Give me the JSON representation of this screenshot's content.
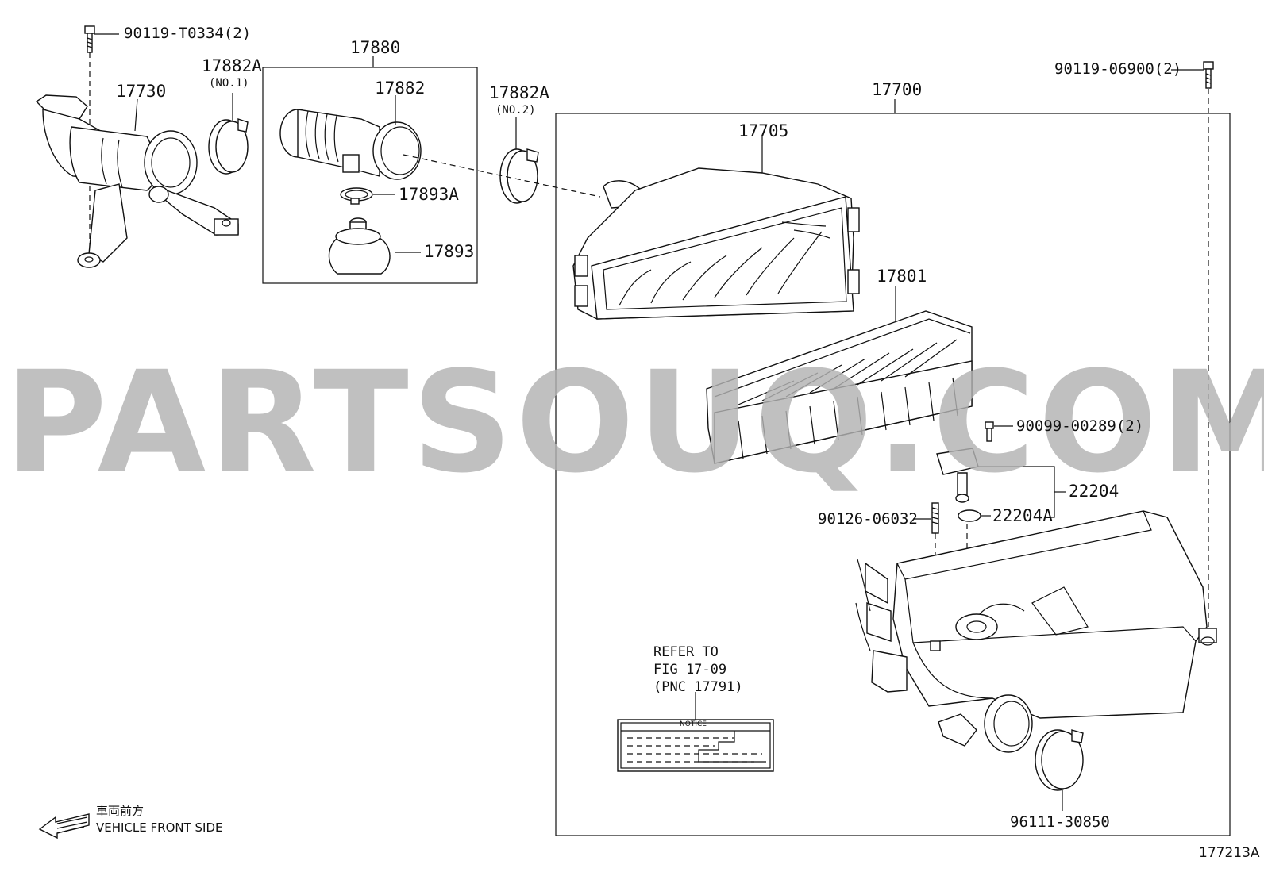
{
  "watermark": "PARTSOUQ.COM",
  "labels": {
    "bolt_top_left": "90119-T0334(2)",
    "intake_duct": "17730",
    "clamp_no1": "17882A",
    "clamp_no1_sub": "(NO.1)",
    "hose_assy": "17880",
    "hose": "17882",
    "clamp_small": "17893A",
    "resonator": "17893",
    "clamp_no2": "17882A",
    "clamp_no2_sub": "(NO.2)",
    "cleaner_assy": "17700",
    "cap": "17705",
    "element": "17801",
    "bolt_top_right": "90119-06900(2)",
    "screw": "90099-00289(2)",
    "sensor": "22204",
    "oring": "22204A",
    "stud": "90126-06032",
    "clamp_bottom": "96111-30850",
    "diagram_code": "177213A"
  },
  "note": {
    "line1": "REFER TO",
    "line2": "FIG 17-09",
    "line3": "(PNC 17791)",
    "plate": "NOTICE"
  },
  "direction": {
    "jp": "車両前方",
    "en": "VEHICLE FRONT SIDE"
  }
}
